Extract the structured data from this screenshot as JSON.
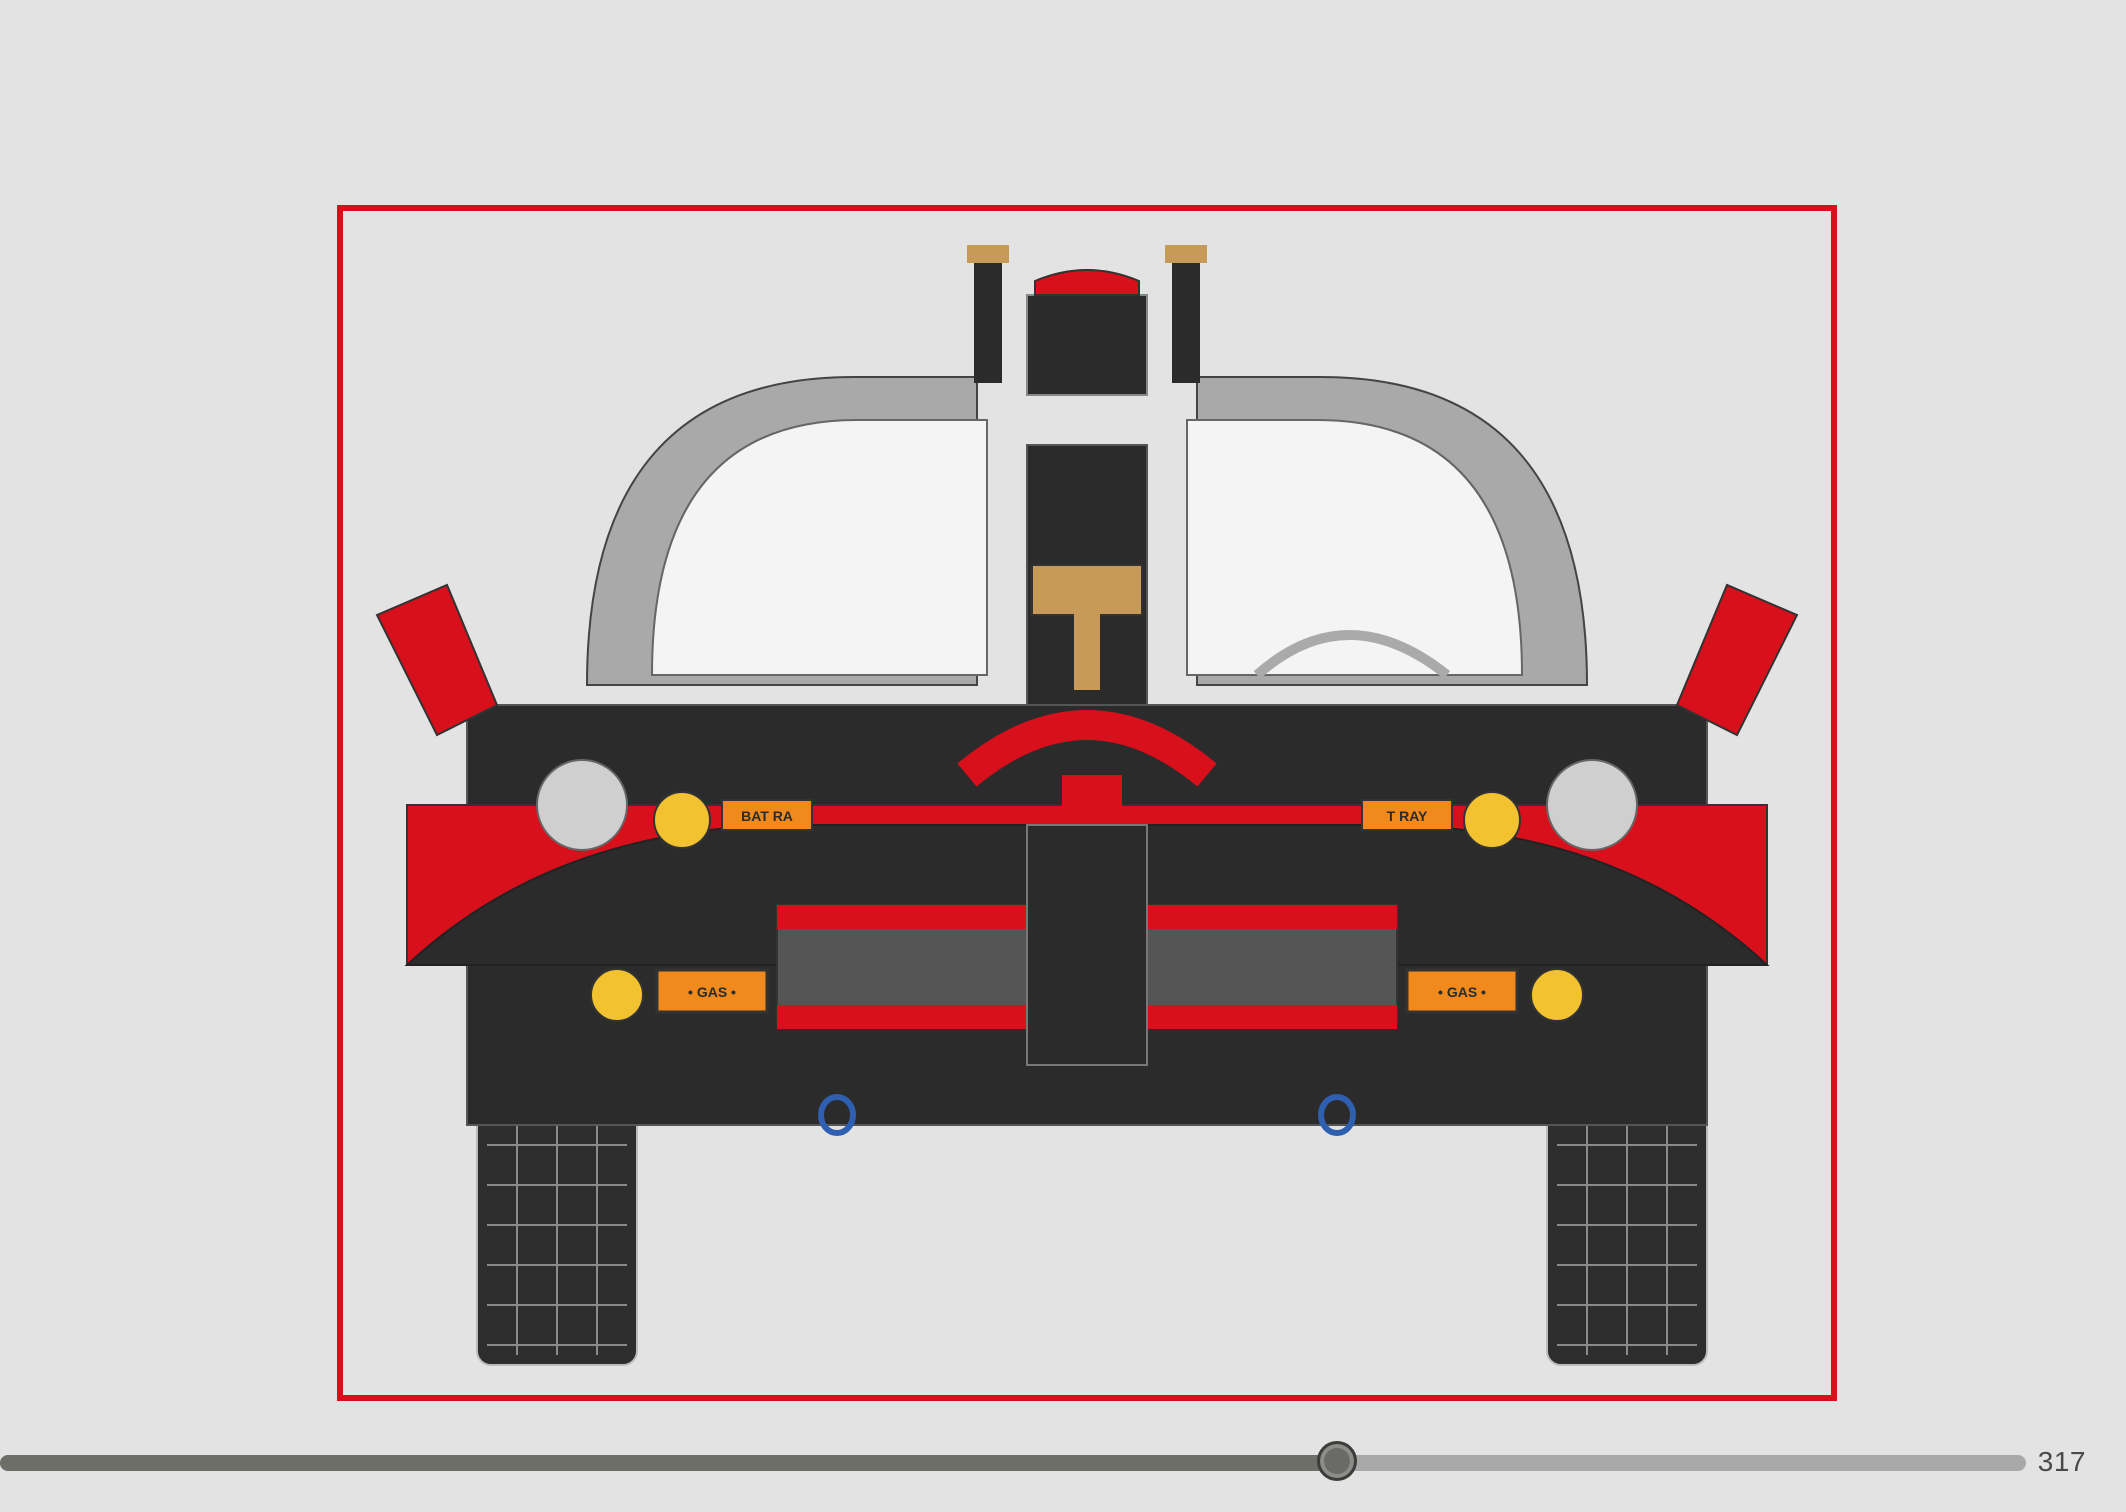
{
  "illustration": {
    "bat_ray_left": "BAT RA",
    "bat_ray_right": "T RAY",
    "gas_left": "• GAS •",
    "gas_right": "• GAS •",
    "colors": {
      "frame": "#d7101c",
      "body_red": "#d7101c",
      "body_black": "#2b2b2b",
      "grey": "#9a9a9a",
      "yellow": "#f2c230",
      "orange": "#f08a1c",
      "tan": "#c79a5a"
    }
  },
  "footer": {
    "progress_fraction": 0.66,
    "page_number": "317"
  }
}
